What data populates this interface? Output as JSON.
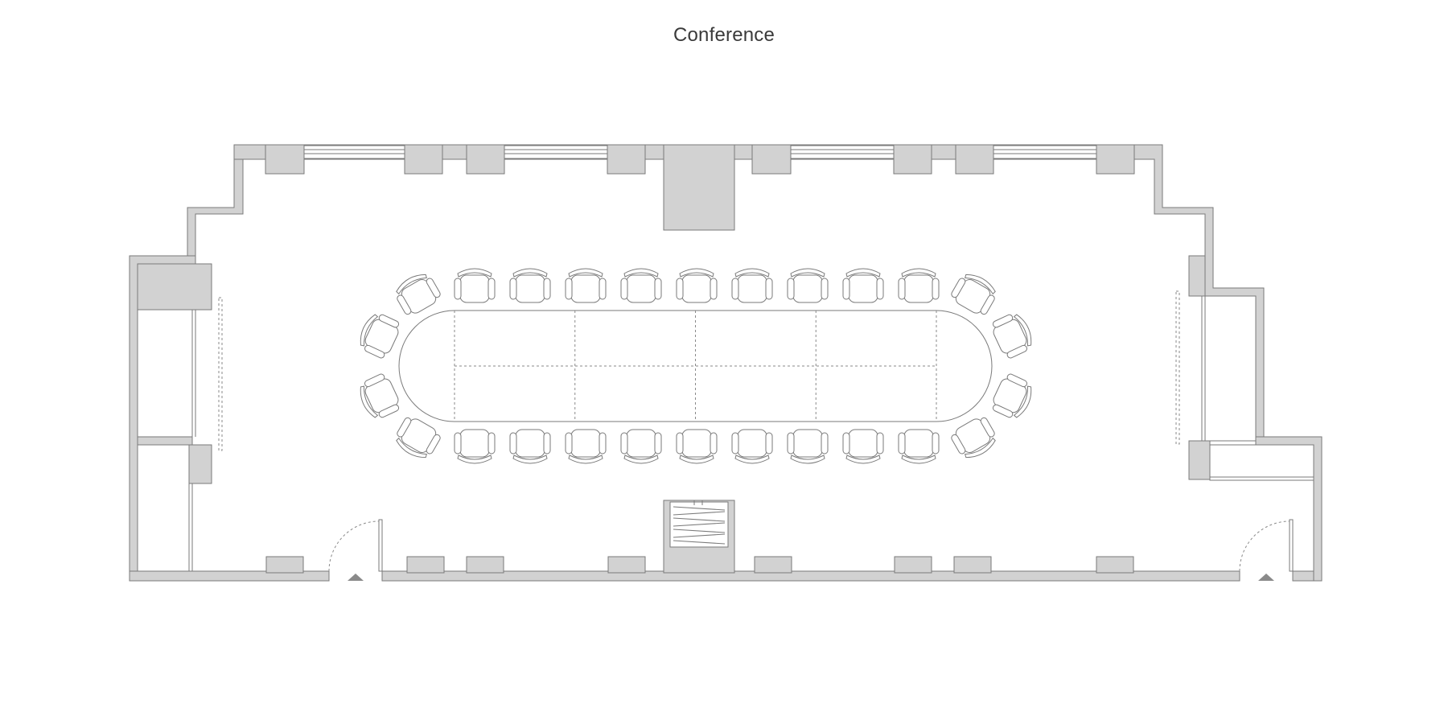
{
  "plan": {
    "title": "Conference",
    "colors": {
      "wall_fill": "#d2d2d2",
      "line": "#7a7a7a",
      "text": "#3a3a3a",
      "background": "#ffffff"
    },
    "table_shape": "racetrack",
    "table_sections": {
      "columns": 4,
      "rows": 2
    },
    "seating": {
      "top_side": 9,
      "bottom_side": 9,
      "left_end": 4,
      "right_end": 4,
      "total": 26
    },
    "doors": 2,
    "icons": [
      "door-arrow-icon",
      "staircase-icon"
    ]
  }
}
